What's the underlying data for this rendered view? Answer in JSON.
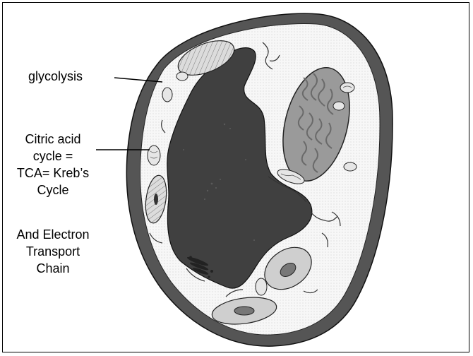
{
  "labels": {
    "glycolysis": "glycolysis",
    "citric_acid": [
      "Citric acid",
      "cycle =",
      "TCA= Kreb’s",
      "Cycle"
    ],
    "electron_transport": [
      "And Electron",
      "Transport",
      "Chain"
    ]
  },
  "colors": {
    "cell_wall": "#555555",
    "cytoplasm": "#f4f4f4",
    "vacuole": "#404040",
    "chloroplast": "#9a9a9a",
    "organelle_outline": "#222222"
  }
}
